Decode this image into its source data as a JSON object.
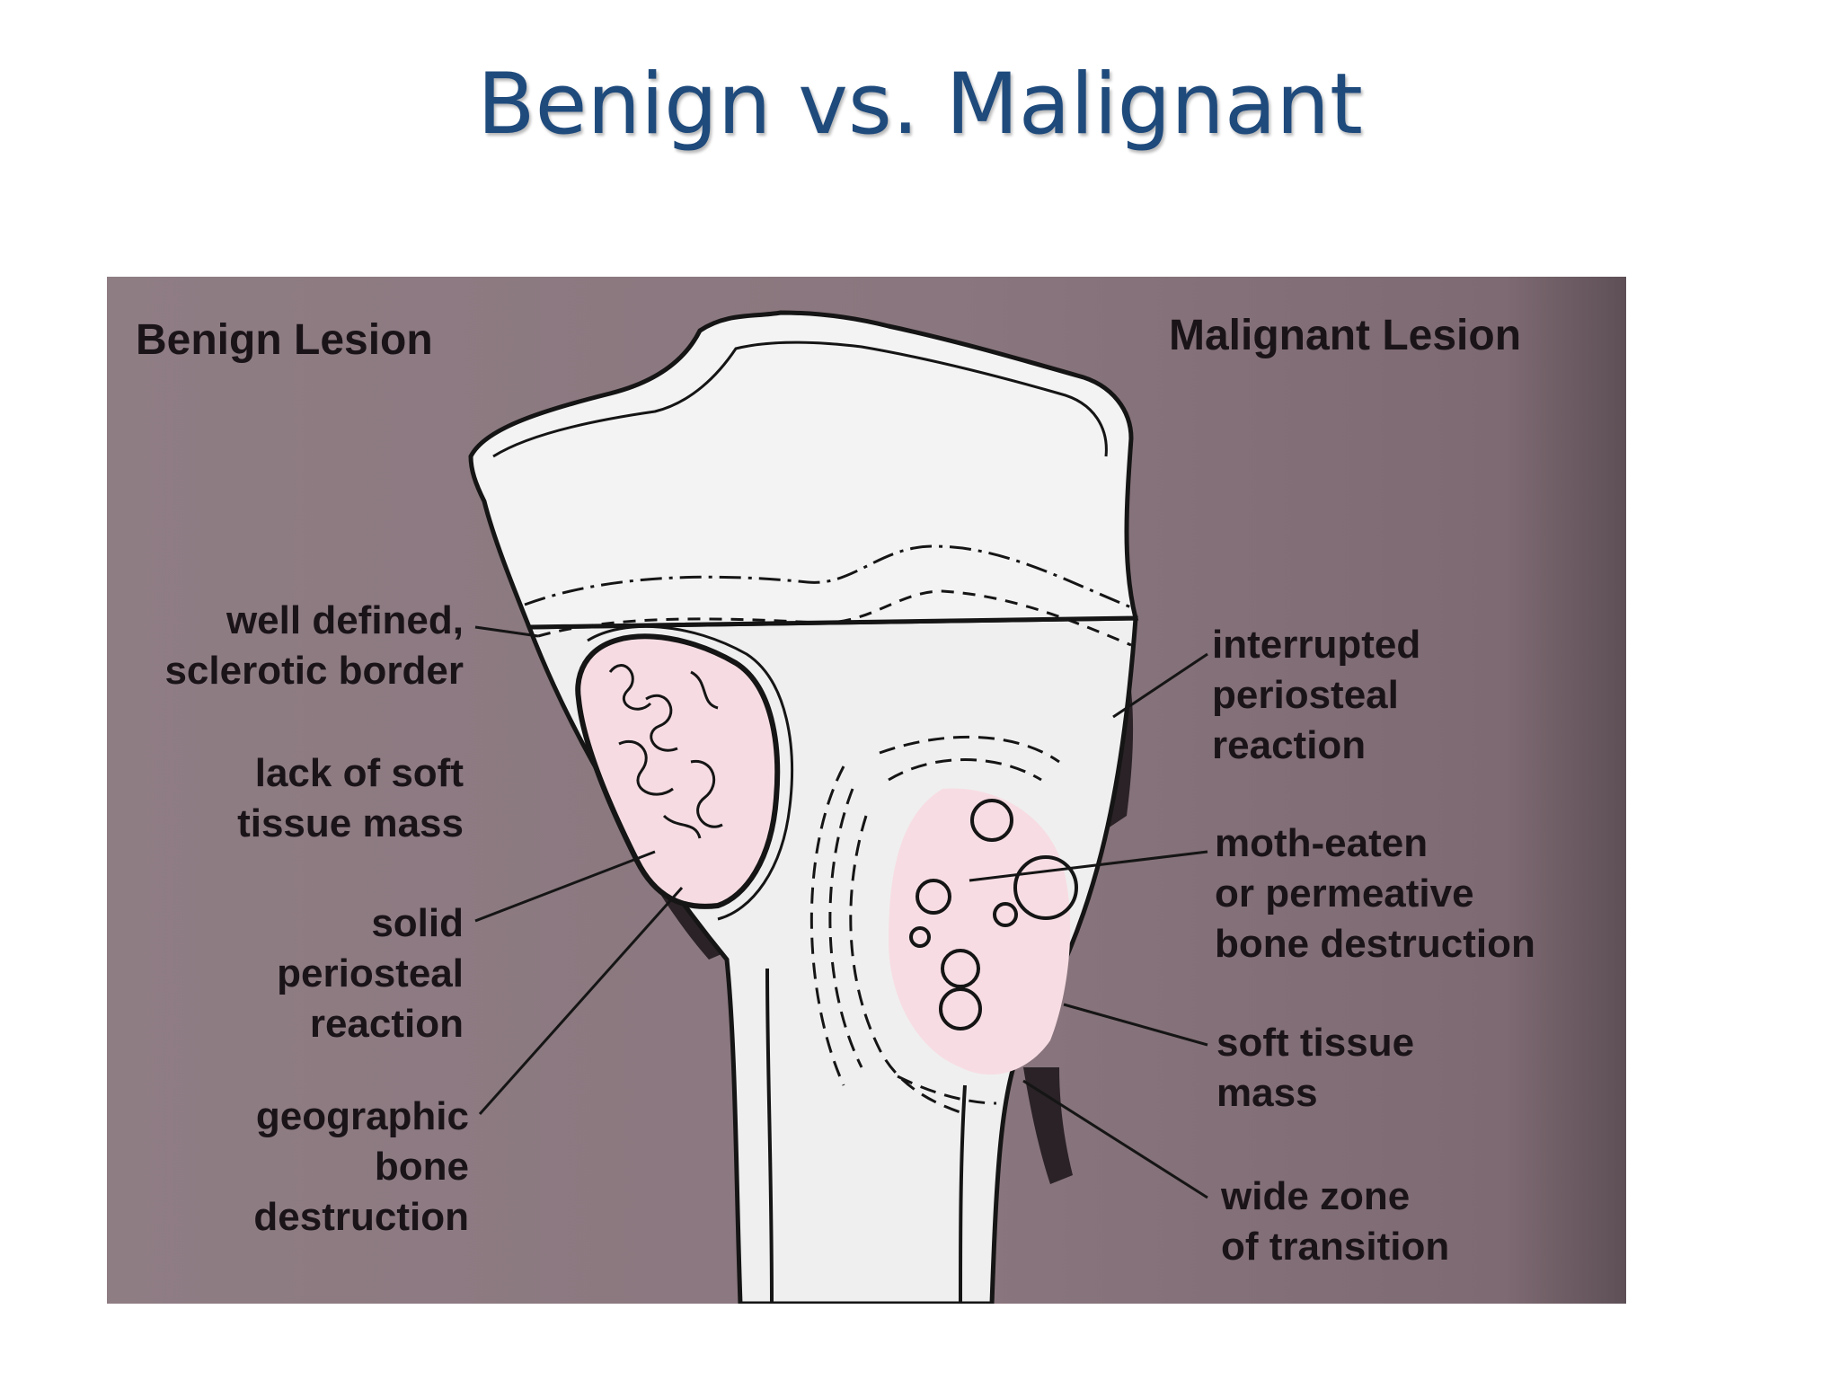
{
  "slide": {
    "title": "Benign vs. Malignant"
  },
  "figure": {
    "benign_heading": "Benign Lesion",
    "malignant_heading": "Malignant Lesion",
    "benign_labels": {
      "border": "well defined,\nsclerotic border",
      "soft_tissue": "lack of soft\ntissue mass",
      "periosteal": "solid\nperiosteal\nreaction",
      "destruction": "geographic\nbone\ndestruction"
    },
    "malignant_labels": {
      "periosteal": "interrupted\nperiosteal\nreaction",
      "destruction": "moth-eaten\nor permeative\nbone destruction",
      "soft_tissue": "soft tissue\nmass",
      "transition": "wide zone\nof transition"
    },
    "colors": {
      "background": "#8a767e",
      "bone": "#f1f1f1",
      "lesion": "#f7dde3",
      "outline": "#151515",
      "title": "#1f4a7c"
    }
  }
}
